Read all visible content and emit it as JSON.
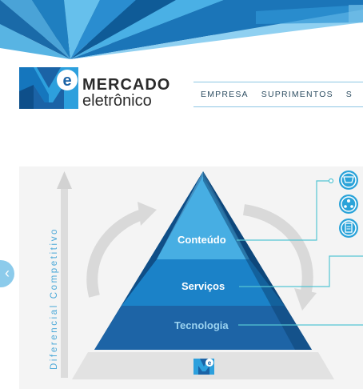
{
  "header": {
    "brand_line1": "MERCADO",
    "brand_line2": "eletrônico",
    "logo_letter": "e"
  },
  "nav": {
    "items": [
      "EMPRESA",
      "SUPRIMENTOS",
      "S"
    ]
  },
  "diagram": {
    "axis_label": "Diferencial Competitivo",
    "tiers": [
      "Conteúdo",
      "Serviços",
      "Tecnologia"
    ],
    "side_icons": [
      "cart-icon",
      "network-icon",
      "document-icon"
    ]
  },
  "colors": {
    "brand_blue": "#1f8ccf",
    "dark_blue": "#1d5f96",
    "light_blue": "#5fb9e6",
    "teal_line": "#55c5d3",
    "nav_line": "#8dc6e4"
  }
}
